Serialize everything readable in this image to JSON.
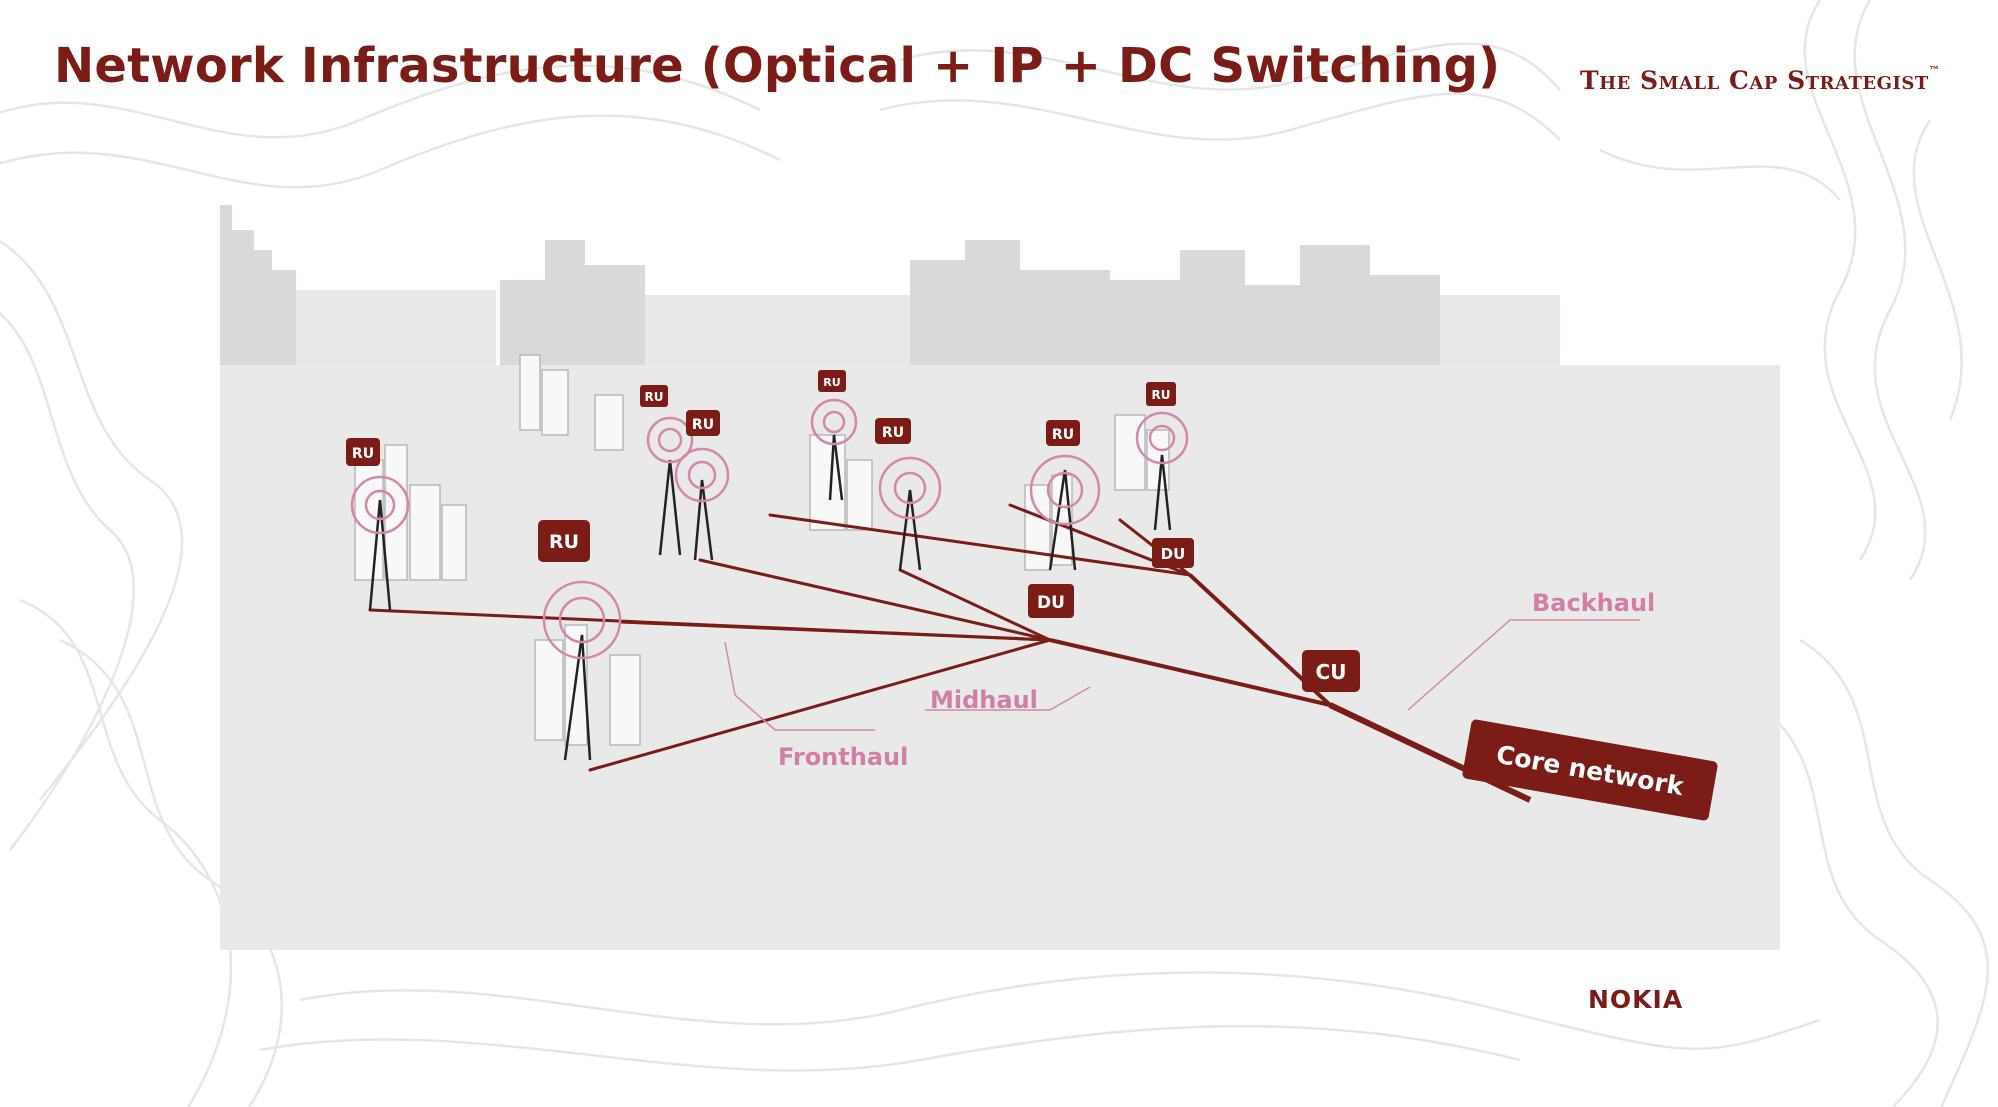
{
  "header": {
    "title": "Network Infrastructure (Optical + IP + DC Switching)",
    "brand": "The Small Cap Strategist",
    "brand_mark": "™"
  },
  "diagram": {
    "nodes": {
      "ru_label": "RU",
      "du_label": "DU",
      "cu_label": "CU",
      "core_label": "Core network"
    },
    "links": {
      "fronthaul": "Fronthaul",
      "midhaul": "Midhaul",
      "backhaul": "Backhaul"
    }
  },
  "footer": {
    "logo": "NOKIA"
  },
  "colors": {
    "accent": "#7b1c16",
    "link_label": "#d17fa5",
    "panel": "#e9e9e9",
    "skyline": "#d6d4d4",
    "contour": "#e4e4e4"
  }
}
